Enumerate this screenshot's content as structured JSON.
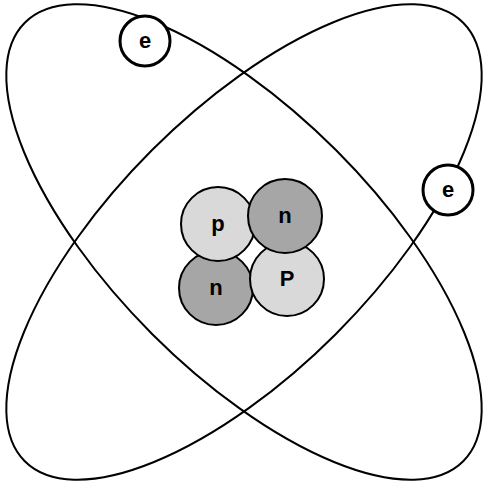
{
  "diagram": {
    "nodes": [
      {
        "text": [
          "e"
        ]
      },
      {
        "text": [
          "e"
        ]
      },
      {
        "text": [
          "p"
        ]
      },
      {
        "text": [
          "n"
        ]
      },
      {
        "text": [
          "n"
        ]
      },
      {
        "text": [
          "P"
        ]
      }
    ]
  }
}
